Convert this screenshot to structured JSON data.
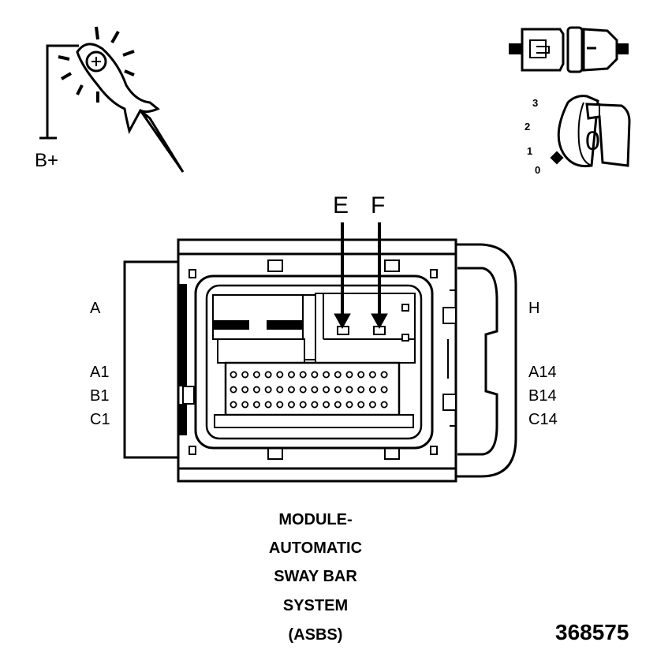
{
  "probe": {
    "supply_label": "B+",
    "icon": "test-light-probe-icon"
  },
  "connector_icon": {
    "icon": "connector-disconnect-icon"
  },
  "ignition": {
    "icon": "ignition-key-icon",
    "positions": [
      "3",
      "2",
      "1",
      "0"
    ],
    "key_label": "0"
  },
  "connector": {
    "row_labels_left": [
      "A",
      "A1",
      "B1",
      "C1"
    ],
    "row_labels_right": [
      "H",
      "A14",
      "B14",
      "C14"
    ],
    "test_terminals": [
      "E",
      "F"
    ]
  },
  "caption": {
    "lines": [
      "MODULE-",
      "AUTOMATIC",
      "SWAY BAR",
      "SYSTEM",
      "(ASBS)"
    ]
  },
  "figure_number": "368575",
  "colors": {
    "ink": "#000000",
    "paper": "#ffffff"
  }
}
